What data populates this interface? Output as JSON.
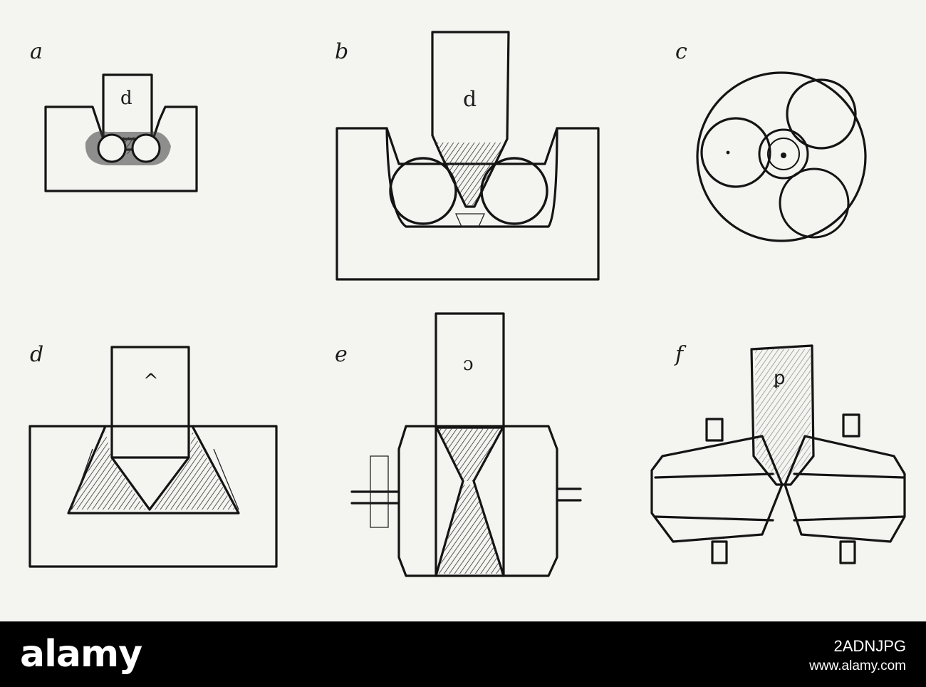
{
  "figure": {
    "panels": [
      {
        "label": "a",
        "mark": "d"
      },
      {
        "label": "b",
        "mark": "d"
      },
      {
        "label": "c"
      },
      {
        "label": "d",
        "mark": "^"
      },
      {
        "label": "e",
        "mark": "ɔ"
      },
      {
        "label": "f",
        "mark": "ꝑ"
      }
    ]
  },
  "footer": {
    "logo": "alamy",
    "image_id": "2ADNJPG",
    "site": "www.alamy.com",
    "background": "#000000",
    "text_color": "#ffffff"
  },
  "colors": {
    "paper": "#f4f4f1",
    "ink": "#141414"
  }
}
